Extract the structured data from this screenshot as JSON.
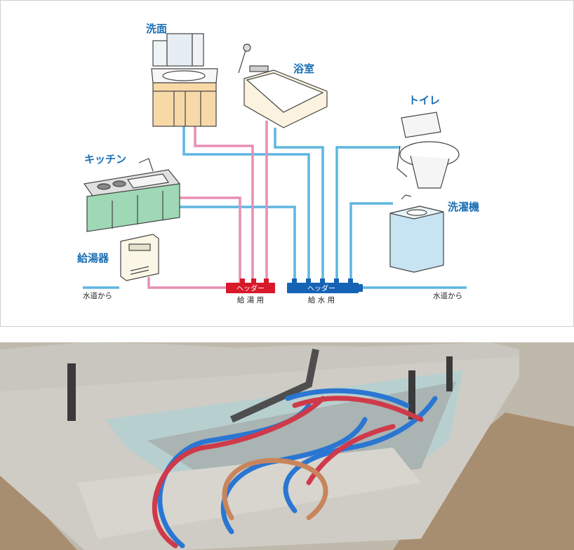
{
  "diagram": {
    "fixtures": {
      "washbasin": "洗面",
      "bathroom": "浴室",
      "toilet": "トイレ",
      "kitchen": "キッチン",
      "washing_machine": "洗濯機",
      "water_heater": "給湯器"
    },
    "headers": {
      "hot": {
        "label": "ヘッダー",
        "caption": "給 湯 用"
      },
      "cold": {
        "label": "ヘッダー",
        "caption": "給 水 用"
      }
    },
    "supply_left": "水道から",
    "supply_right": "水道から",
    "colors": {
      "hot": "#e78fb3",
      "cold": "#5fb6e0",
      "hot_header": "#d7192a",
      "cold_header": "#1663b5",
      "label": "#1a6fb5"
    }
  }
}
